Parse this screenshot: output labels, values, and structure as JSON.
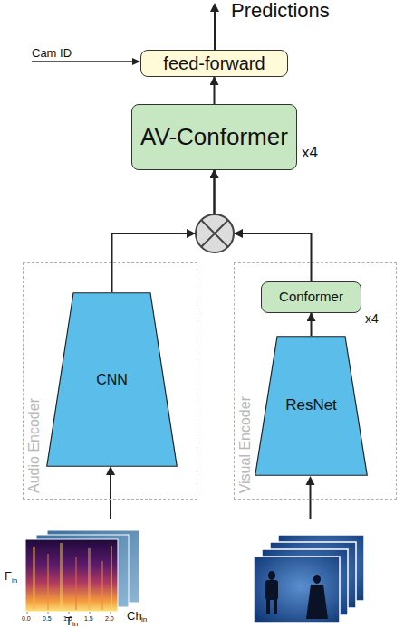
{
  "diagram": {
    "nodes": [
      {
        "text": [
          "feed-forward"
        ]
      },
      {
        "text": [
          "AV-Conformer"
        ]
      },
      {
        "text": [
          "Audio Encoder"
        ]
      },
      {
        "text": [
          "CNN"
        ],
        "in": 2
      },
      {
        "text": [
          "Visual Encoder"
        ]
      },
      {
        "text": [
          "Conformer"
        ],
        "in": 4
      },
      {
        "text": [
          "ResNet"
        ],
        "in": 4
      }
    ],
    "edges": [
      {
        "from": 1,
        "to": 0,
        "arrow": "to"
      },
      {
        "from": 3,
        "to": 1,
        "arrow": "to"
      },
      {
        "from": 5,
        "to": 1,
        "arrow": "to"
      },
      {
        "from": 6,
        "to": 5,
        "arrow": "to"
      }
    ],
    "labels": [
      "Predictions",
      "Cam ID",
      "x4",
      "x4",
      "F",
      "in",
      "T",
      "in",
      "Ch",
      "in",
      "0.0",
      "0.5",
      "1.0",
      "1.5",
      "2.0"
    ]
  }
}
